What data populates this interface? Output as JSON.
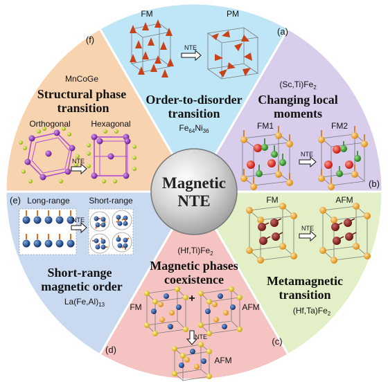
{
  "center": {
    "line1": "Magnetic",
    "line2": "NTE"
  },
  "arrow_label": "NTE",
  "segments": {
    "a": {
      "letter": "(a)",
      "title_line1": "Order-to-disorder",
      "title_line2": "transition",
      "formula_main": "Fe",
      "formula_sub1": "64",
      "formula_mid": "Ni",
      "formula_sub2": "36",
      "left_label": "FM",
      "right_label": "PM",
      "color": "#bfe6f6"
    },
    "b": {
      "letter": "(b)",
      "compound_main": "(Sc,Ti)Fe",
      "compound_sub": "2",
      "title_line1": "Changing local",
      "title_line2": "moments",
      "left_label": "FM1",
      "right_label": "FM2",
      "color": "#d8cdea"
    },
    "c": {
      "letter": "(c)",
      "title_line1": "Metamagnetic",
      "title_line2": "transition",
      "compound_main": "(Hf,Ta)Fe",
      "compound_sub": "2",
      "left_label": "FM",
      "right_label": "AFM",
      "color": "#e3efc6"
    },
    "d": {
      "letter": "(d)",
      "compound_main": "(Hf,Ti)Fe",
      "compound_sub": "2",
      "title_line1": "Magnetic phases",
      "title_line2": "coexistence",
      "left_label": "FM",
      "right_label": "AFM",
      "plus": "+",
      "bottom_label": "AFM",
      "color": "#f6c3c3"
    },
    "e": {
      "letter": "(e)",
      "left_label": "Long-range",
      "right_label": "Short-range",
      "title_line1": "Short-range",
      "title_line2": "magnetic order",
      "compound_main": "La(Fe,Al)",
      "compound_sub": "13",
      "color": "#c8d9f0"
    },
    "f": {
      "letter": "(f)",
      "compound": "MnCoGe",
      "title_line1": "Structural phase",
      "title_line2": "transition",
      "left_label": "Orthogonal",
      "right_label": "Hexagonal",
      "color": "#f8d3b0"
    }
  }
}
